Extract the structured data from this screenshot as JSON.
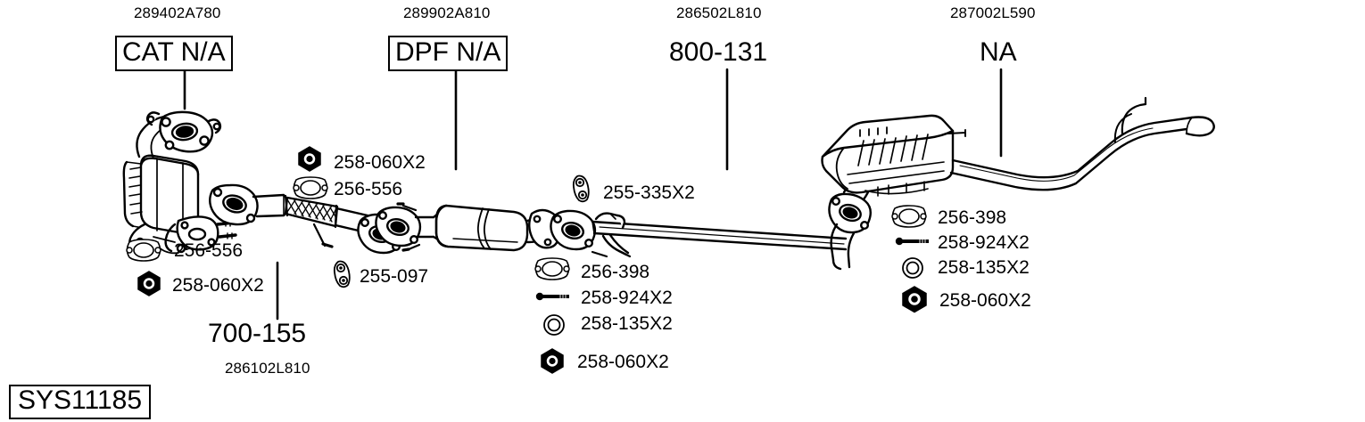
{
  "diagram": {
    "system_tag": "SYS11185",
    "headers": [
      {
        "part_number": "289402A780",
        "title": "CAT N/A",
        "boxed": true
      },
      {
        "part_number": "289902A810",
        "title": "DPF N/A",
        "boxed": true
      },
      {
        "part_number": "286502L810",
        "title": "800-131",
        "boxed": false
      },
      {
        "part_number": "287002L590",
        "title": "NA",
        "boxed": false
      }
    ],
    "front_pipe": {
      "title": "700-155",
      "part_number": "286102L810"
    },
    "callouts": {
      "cat_left": [
        {
          "icon": "flange-gasket-icon",
          "label": "256-556"
        },
        {
          "icon": "hex-nut-icon",
          "label": "258-060X2"
        }
      ],
      "flex_pipe": [
        {
          "icon": "hex-nut-icon",
          "label": "258-060X2"
        },
        {
          "icon": "flange-gasket-icon",
          "label": "256-556"
        }
      ],
      "flex_hanger": [
        {
          "icon": "rubber-hanger-icon",
          "label": "255-097"
        }
      ],
      "mid_hanger": [
        {
          "icon": "rubber-hanger-icon",
          "label": "255-335X2"
        }
      ],
      "dpf_rear": [
        {
          "icon": "flange-gasket-icon",
          "label": "256-398"
        },
        {
          "icon": "bolt-icon",
          "label": "258-924X2"
        },
        {
          "icon": "washer-ring-icon",
          "label": "258-135X2"
        },
        {
          "icon": "hex-nut-icon",
          "label": "258-060X2"
        }
      ],
      "muffler_front": [
        {
          "icon": "flange-gasket-icon",
          "label": "256-398"
        },
        {
          "icon": "bolt-icon",
          "label": "258-924X2"
        },
        {
          "icon": "washer-ring-icon",
          "label": "258-135X2"
        },
        {
          "icon": "hex-nut-icon",
          "label": "258-060X2"
        }
      ]
    },
    "colors": {
      "ink": "#000000",
      "paper": "#ffffff"
    }
  }
}
